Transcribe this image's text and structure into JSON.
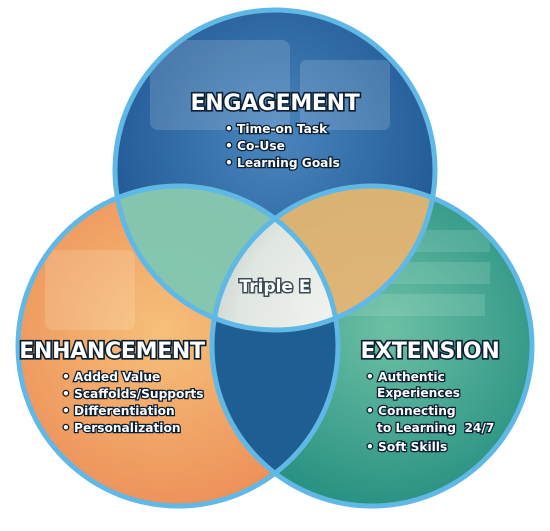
{
  "center": {
    "label": "Triple E"
  },
  "circles": {
    "engagement": {
      "title": "ENGAGEMENT",
      "bullets": [
        "Time-on Task",
        "Co-Use",
        "Learning Goals"
      ]
    },
    "enhancement": {
      "title": "ENHANCEMENT",
      "bullets": [
        "Added Value",
        "Scaffolds/Supports",
        "Differentiation",
        "Personalization"
      ]
    },
    "extension": {
      "title": "EXTENSION",
      "bullets": [
        "Authentic",
        "Experiences",
        "Connecting",
        "to Learning  24/7",
        "Soft Skills"
      ]
    }
  },
  "colors": {
    "engagement": "#2b6aa6",
    "enhancement": "#ef9a56",
    "extension": "#2f9b8a",
    "overlap_top_left": "#7cc8b4",
    "overlap_top_right": "#e8b470",
    "overlap_bottom": "#1f5e92",
    "ring": "#5fb8e6"
  }
}
